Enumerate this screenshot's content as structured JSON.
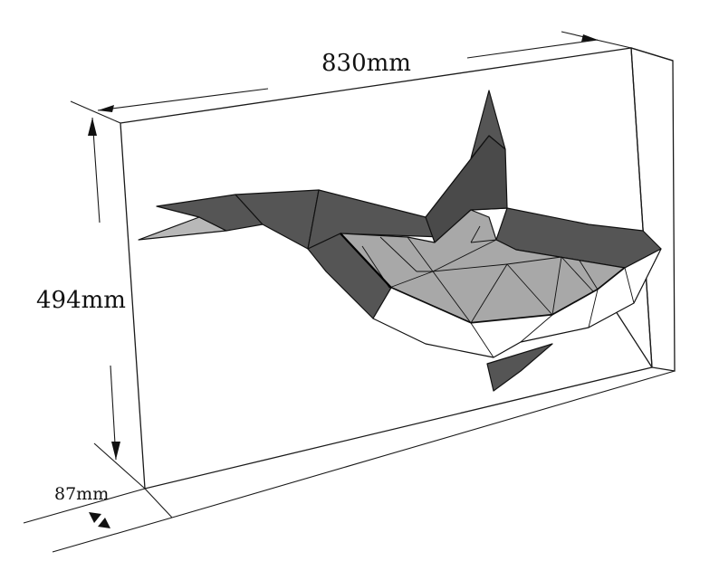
{
  "dimensions": {
    "width_label": "830mm",
    "height_label": "494mm",
    "depth_label": "87mm"
  },
  "colors": {
    "line": "#1a1a1a",
    "dark_panel": "#555555",
    "mid_panel": "#8c8c8c",
    "light_panel": "#b8b8b8",
    "white_panel": "#ffffff"
  },
  "subject": {
    "name_icon": "orca-whale-icon"
  }
}
